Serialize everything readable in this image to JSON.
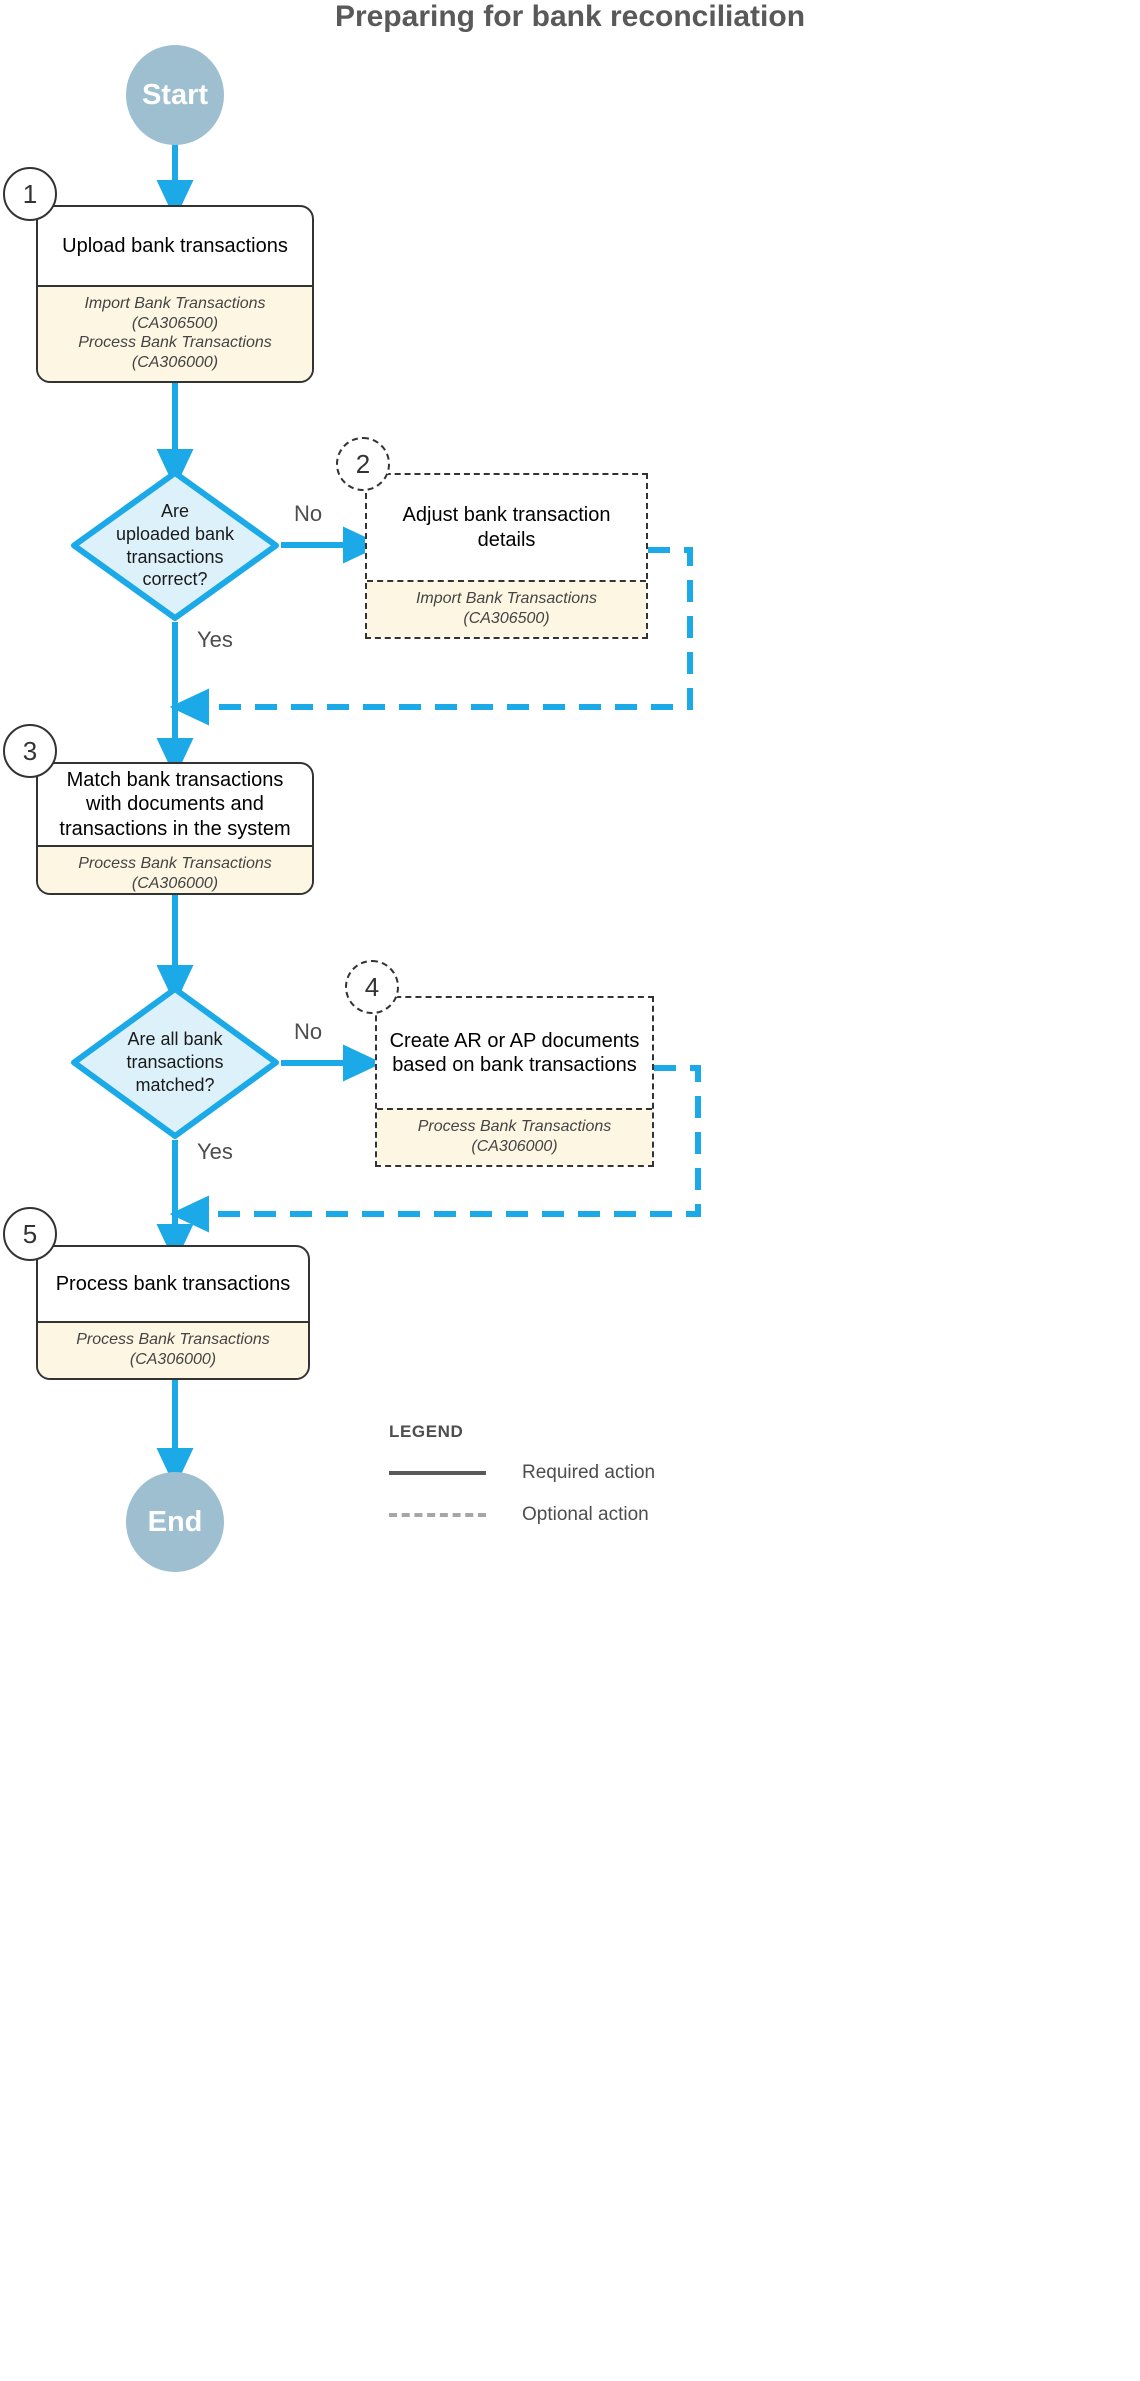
{
  "title": "Preparing for bank reconciliation",
  "colors": {
    "flow_arrow": "#1BA9E8",
    "terminator_fill": "#9EBFD0",
    "decision_fill": "#DDF1FB",
    "decision_stroke": "#1BA9E8",
    "screen_box_fill": "#FDF6E3",
    "node_stroke": "#333333",
    "title_text": "#595959",
    "legend_solid": "#595959",
    "legend_dashed": "#A6A6A6"
  },
  "start": {
    "label": "Start"
  },
  "end": {
    "label": "End"
  },
  "steps": [
    {
      "number": "1",
      "label": "Upload bank transactions",
      "screens": "Import Bank Transactions\n(CA306500)\nProcess Bank Transactions\n(CA306000)",
      "optional": false
    },
    {
      "number": "2",
      "label": "Adjust bank transaction details",
      "screens": "Import Bank Transactions\n(CA306500)",
      "optional": true
    },
    {
      "number": "3",
      "label": "Match bank transactions with documents and transactions in the system",
      "screens": "Process Bank Transactions\n(CA306000)",
      "optional": false
    },
    {
      "number": "4",
      "label": "Create AR or AP documents based on bank transactions",
      "screens": "Process Bank Transactions\n(CA306000)",
      "optional": true
    },
    {
      "number": "5",
      "label": "Process bank transactions",
      "screens": "Process Bank Transactions\n(CA306000)",
      "optional": false
    }
  ],
  "decisions": [
    {
      "id": "d1",
      "label": "Are\nuploaded bank\ntransactions\ncorrect?",
      "no_label": "No",
      "yes_label": "Yes"
    },
    {
      "id": "d2",
      "label": "Are all bank\ntransactions\nmatched?",
      "no_label": "No",
      "yes_label": "Yes"
    }
  ],
  "legend": {
    "title": "LEGEND",
    "items": [
      {
        "style": "solid",
        "label": "Required action"
      },
      {
        "style": "dashed",
        "label": "Optional action"
      }
    ]
  }
}
